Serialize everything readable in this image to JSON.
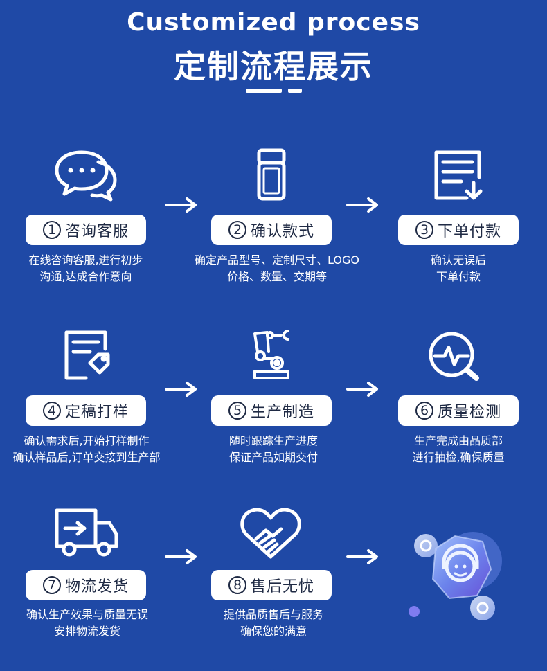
{
  "header": {
    "title_en": "Customized process",
    "title_cn": "定制流程展示"
  },
  "steps": [
    {
      "num": "1",
      "label": "咨询客服",
      "desc": [
        "在线咨询客服,进行初步",
        "沟通,达成合作意向"
      ],
      "icon": "chat-bubbles-icon"
    },
    {
      "num": "2",
      "label": "确认款式",
      "desc": [
        "确定产品型号、定制尺寸、LOGO",
        "价格、数量、交期等"
      ],
      "icon": "bottle-icon"
    },
    {
      "num": "3",
      "label": "下单付款",
      "desc": [
        "确认无误后",
        "下单付款"
      ],
      "icon": "order-document-icon"
    },
    {
      "num": "4",
      "label": "定稿打样",
      "desc": [
        "确认需求后,开始打样制作",
        "确认样品后,订单交接到生产部"
      ],
      "icon": "document-tag-icon"
    },
    {
      "num": "5",
      "label": "生产制造",
      "desc": [
        "随时跟踪生产进度",
        "保证产品如期交付"
      ],
      "icon": "robot-arm-icon"
    },
    {
      "num": "6",
      "label": "质量检测",
      "desc": [
        "生产完成由品质部",
        "进行抽检,确保质量"
      ],
      "icon": "magnifier-pulse-icon"
    },
    {
      "num": "7",
      "label": "物流发货",
      "desc": [
        "确认生产效果与质量无误",
        "安排物流发货"
      ],
      "icon": "delivery-truck-icon"
    },
    {
      "num": "8",
      "label": "售后无忧",
      "desc": [
        "提供品质售后与服务",
        "确保您的满意"
      ],
      "icon": "handshake-heart-icon"
    }
  ],
  "colors": {
    "background": "#1f49a6",
    "pill": "#ffffff",
    "pill_text": "#1f2a44"
  }
}
